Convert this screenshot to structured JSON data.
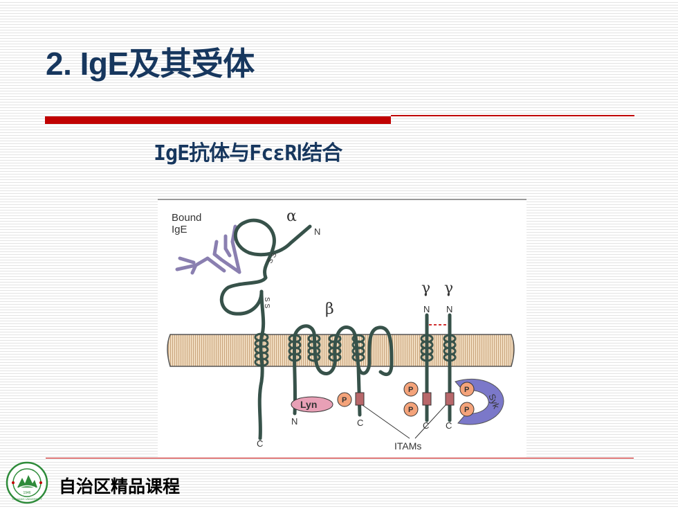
{
  "slide": {
    "title": "2. IgE及其受体",
    "subtitle": "IgE抗体与FcεRⅠ结合",
    "footer": "自治区精品课程"
  },
  "colors": {
    "title": "#17375e",
    "accent_red": "#c00000",
    "membrane": "#e8cfa8",
    "chain": "#37524a",
    "ige": "#8a7fb0",
    "phospho": "#f4a37a",
    "itam_box": "#b8676a",
    "lyn": "#e8a0b6",
    "syk": "#7b78c9"
  },
  "figure": {
    "bound_ige_label": [
      "Bound",
      "IgE"
    ],
    "alpha": "α",
    "beta": "β",
    "gamma_1": "γ",
    "gamma_2": "γ",
    "n_terminal": "N",
    "c_terminal": "C",
    "ss_label": "S S",
    "lyn": "Lyn",
    "syk": "Syk",
    "phospho": "P",
    "itams": "ITAMs"
  },
  "logo": {
    "icon": "university-seal-icon",
    "year": "1946",
    "english_ring": "XINJIANG UNIVERSITY"
  }
}
